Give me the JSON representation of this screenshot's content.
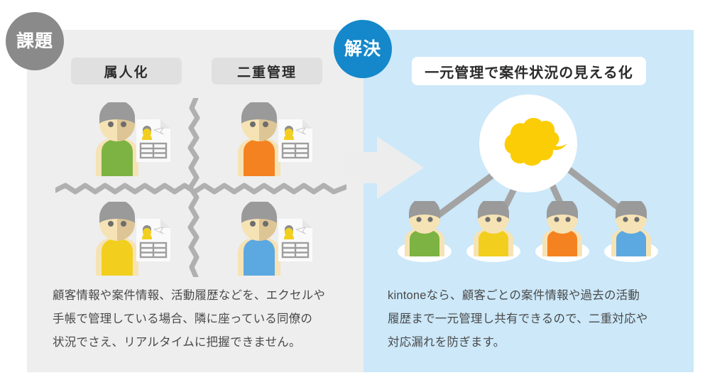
{
  "colors": {
    "problem_panel_bg": "#eeeeee",
    "solution_panel_bg": "#cce8f9",
    "badge_problem_bg": "#8a8a8a",
    "badge_solution_bg": "#1488ca",
    "pill_gray_bg": "#e0e0e0",
    "pill_white_bg": "#ffffff",
    "arrow_fill": "#ededed",
    "crack_stroke": "#b0b0b0",
    "link_stroke": "#a3a3a3",
    "body_green": "#7cb342",
    "body_yellow": "#f2cf1e",
    "body_orange": "#f58220",
    "body_blue": "#5ca8e0",
    "skin_light": "#f6e3b5",
    "skin_shade": "#ddc595",
    "hair_gray": "#9a9a9a",
    "hair_gray_dark": "#8d8d8d",
    "cloud_yellow": "#fbcd06",
    "text_caption": "#4a4a4a",
    "text_pill": "#2b2b2b"
  },
  "problem": {
    "badge_label": "課題",
    "pills": [
      {
        "id": "zokujin",
        "label": "属人化"
      },
      {
        "id": "nijuu",
        "label": "二重管理"
      }
    ],
    "people": [
      {
        "id": "person-green",
        "body_color": "#7cb342",
        "quadrant": "top-left"
      },
      {
        "id": "person-orange",
        "body_color": "#f58220",
        "quadrant": "top-right"
      },
      {
        "id": "person-yellow",
        "body_color": "#f2cf1e",
        "quadrant": "bottom-left"
      },
      {
        "id": "person-blue",
        "body_color": "#5ca8e0",
        "quadrant": "bottom-right"
      }
    ],
    "sheets": [
      {
        "id": "sheet-1"
      },
      {
        "id": "sheet-2"
      },
      {
        "id": "sheet-3"
      },
      {
        "id": "sheet-4"
      }
    ],
    "caption_lines": [
      "顧客情報や案件情報、活動履歴などを、エクセルや",
      "手帳で管理している場合、隣に座っている同僚の",
      "状況でさえ、リアルタイムに把握できません。"
    ]
  },
  "solution": {
    "badge_label": "解決",
    "pill_label": "一元管理で案件状況の見える化",
    "hub": {
      "icon": "kintone-cloud-icon",
      "cloud_color": "#fbcd06"
    },
    "people": [
      {
        "id": "mini-green",
        "body_color": "#7cb342"
      },
      {
        "id": "mini-yellow",
        "body_color": "#f2cf1e"
      },
      {
        "id": "mini-orange",
        "body_color": "#f58220"
      },
      {
        "id": "mini-blue",
        "body_color": "#5ca8e0"
      }
    ],
    "caption_lines": [
      "kintoneなら、顧客ごとの案件情報や過去の活動",
      "履歴まで一元管理し共有できるので、二重対応や",
      "対応漏れを防ぎます。"
    ]
  },
  "flow": {
    "arrow_icon": "right-arrow-icon",
    "direction": "problem-to-solution"
  }
}
